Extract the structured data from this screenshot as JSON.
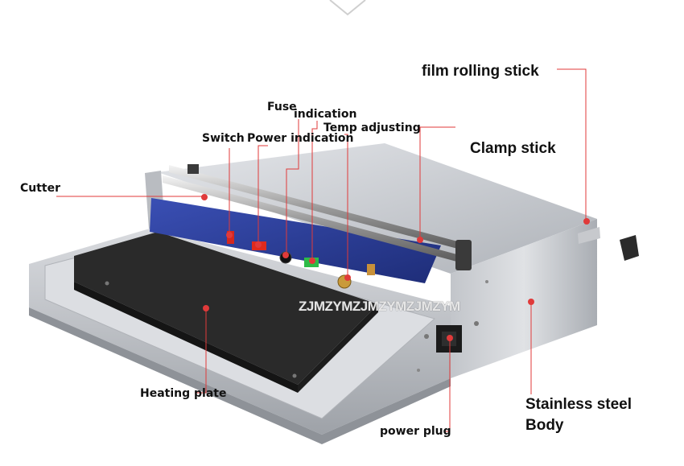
{
  "labels": {
    "film_rolling_stick": "film rolling stick",
    "clamp_stick": "Clamp stick",
    "fuse": "Fuse",
    "indication": "indication",
    "temp_adjusting": "Temp adjusting",
    "switch": "Switch",
    "power_indication": "Power indication",
    "cutter": "Cutter",
    "heating_plate": "Heating plate",
    "stainless_line1": "Stainless steel",
    "stainless_line2": "Body",
    "power_plug": "power plug"
  },
  "watermark": "ZJMZYMZJMZYMZJMZYM",
  "colors": {
    "leader": "#e03a3a",
    "panel": "#2b3e98",
    "steel": "#c9cbcf",
    "plate": "#2b2b2b"
  }
}
